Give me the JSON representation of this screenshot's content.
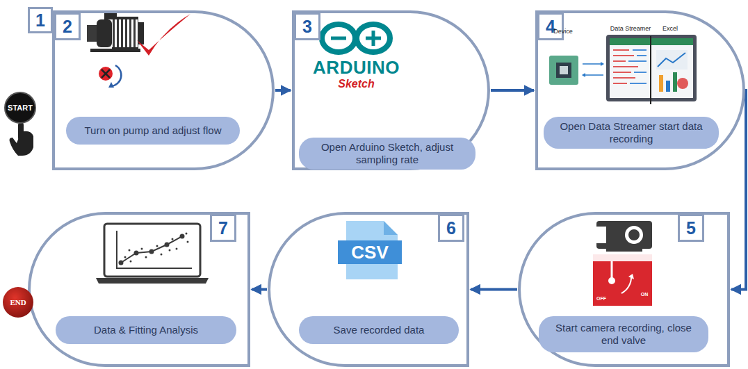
{
  "diagram": {
    "nodes": [
      {
        "text": [
          "1"
        ]
      },
      {
        "text": [
          "START"
        ]
      },
      {
        "text": [
          "2"
        ]
      },
      {
        "text": [
          "Turn on pump and adjust flow"
        ],
        "in": 2
      },
      {
        "text": [
          "3"
        ]
      },
      {
        "text": [
          "Open Arduino Sketch, adjust sampling rate"
        ],
        "in": 4
      },
      {
        "text": [
          "4"
        ]
      },
      {
        "text": [
          "Open Data Streamer start data recording"
        ],
        "in": 6
      },
      {
        "text": [
          "5"
        ]
      },
      {
        "text": [
          "Start camera recording, close end valve"
        ],
        "in": 8
      },
      {
        "text": [
          "6"
        ]
      },
      {
        "text": [
          "Save recorded data"
        ],
        "in": 10
      },
      {
        "text": [
          "7"
        ]
      },
      {
        "text": [
          "Data & Fitting Analysis"
        ],
        "in": 12
      },
      {
        "text": [
          "END"
        ]
      }
    ],
    "edges": [
      {
        "from": 2,
        "to": 4,
        "arrow": "to"
      },
      {
        "from": 4,
        "to": 6,
        "arrow": "to"
      },
      {
        "from": 6,
        "to": 8,
        "arrow": "to"
      },
      {
        "from": 8,
        "to": 10,
        "arrow": "to"
      },
      {
        "from": 10,
        "to": 12,
        "arrow": "to"
      }
    ],
    "labels": [
      "ARDUINO",
      "Sketch",
      "Device",
      "Data Streamer",
      "Excel",
      "CSV",
      "ON",
      "OFF"
    ]
  }
}
